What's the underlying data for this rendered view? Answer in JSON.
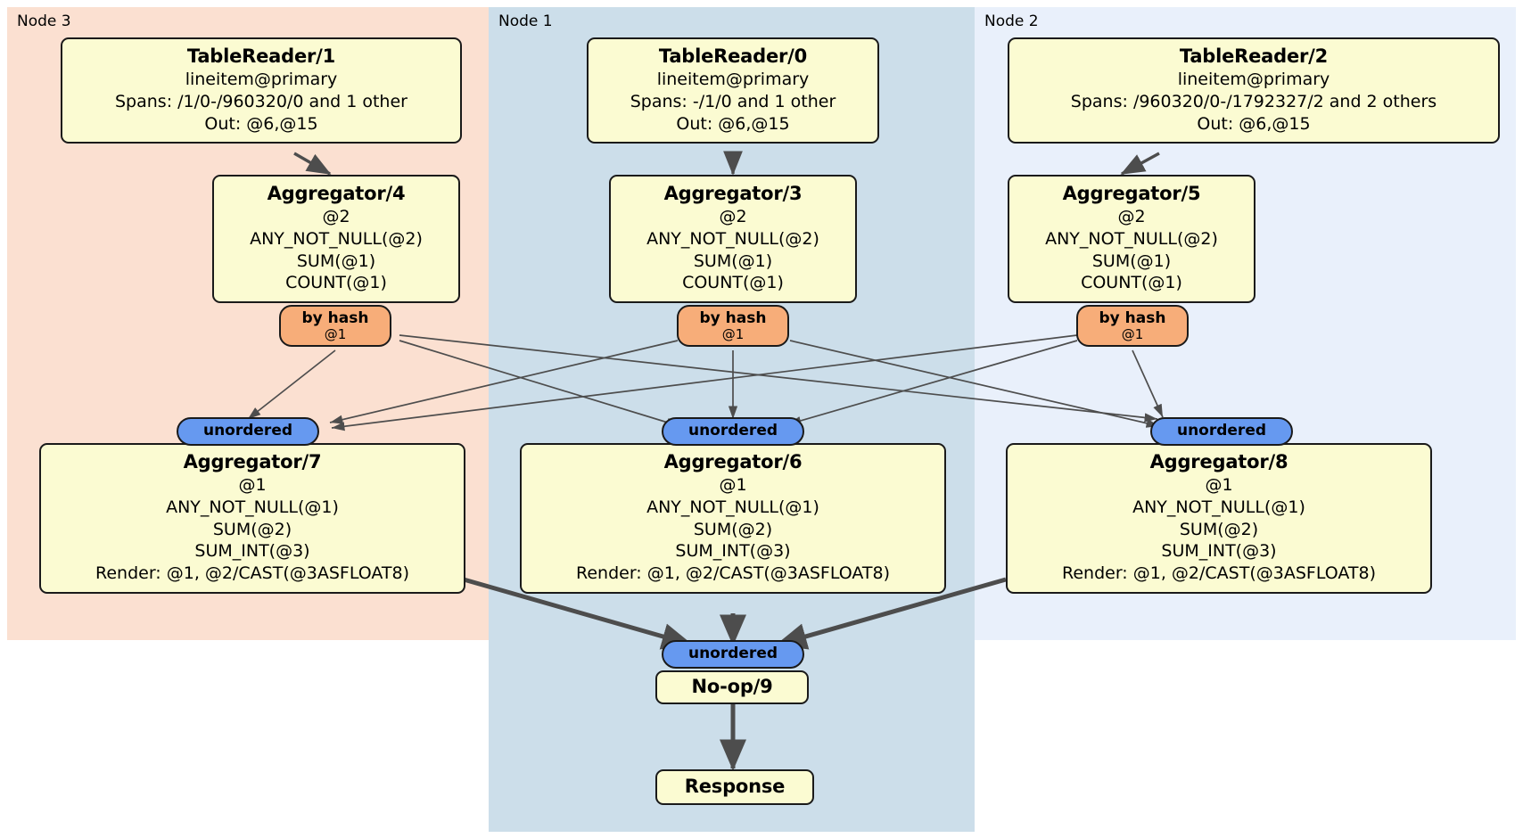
{
  "diagram": {
    "type": "distributed-query-plan",
    "regions": [
      {
        "id": "node3",
        "label": "Node 3",
        "color": "#fbe0d1"
      },
      {
        "id": "node1",
        "label": "Node 1",
        "color": "#ccdeea"
      },
      {
        "id": "node2",
        "label": "Node 2",
        "color": "#e9f0fb"
      }
    ],
    "processors": {
      "tablereader1": {
        "title": "TableReader/1",
        "line1": "lineitem@primary",
        "line2": "Spans: /1/0-/960320/0 and 1 other",
        "line3": "Out: @6,@15"
      },
      "tablereader0": {
        "title": "TableReader/0",
        "line1": "lineitem@primary",
        "line2": "Spans: -/1/0 and 1 other",
        "line3": "Out: @6,@15"
      },
      "tablereader2": {
        "title": "TableReader/2",
        "line1": "lineitem@primary",
        "line2": "Spans: /960320/0-/1792327/2 and 2 others",
        "line3": "Out: @6,@15"
      },
      "aggregator4": {
        "title": "Aggregator/4",
        "line1": "@2",
        "line2": "ANY_NOT_NULL(@2)",
        "line3": "SUM(@1)",
        "line4": "COUNT(@1)"
      },
      "aggregator3": {
        "title": "Aggregator/3",
        "line1": "@2",
        "line2": "ANY_NOT_NULL(@2)",
        "line3": "SUM(@1)",
        "line4": "COUNT(@1)"
      },
      "aggregator5": {
        "title": "Aggregator/5",
        "line1": "@2",
        "line2": "ANY_NOT_NULL(@2)",
        "line3": "SUM(@1)",
        "line4": "COUNT(@1)"
      },
      "aggregator7": {
        "title": "Aggregator/7",
        "line1": "@1",
        "line2": "ANY_NOT_NULL(@1)",
        "line3": "SUM(@2)",
        "line4": "SUM_INT(@3)",
        "line5": "Render: @1, @2/CAST(@3ASFLOAT8)"
      },
      "aggregator6": {
        "title": "Aggregator/6",
        "line1": "@1",
        "line2": "ANY_NOT_NULL(@1)",
        "line3": "SUM(@2)",
        "line4": "SUM_INT(@3)",
        "line5": "Render: @1, @2/CAST(@3ASFLOAT8)"
      },
      "aggregator8": {
        "title": "Aggregator/8",
        "line1": "@1",
        "line2": "ANY_NOT_NULL(@1)",
        "line3": "SUM(@2)",
        "line4": "SUM_INT(@3)",
        "line5": "Render: @1, @2/CAST(@3ASFLOAT8)"
      },
      "noop9": {
        "title": "No-op/9"
      },
      "response": {
        "title": "Response"
      }
    },
    "routers": {
      "hash4": {
        "title": "by hash",
        "sub": "@1"
      },
      "hash3": {
        "title": "by hash",
        "sub": "@1"
      },
      "hash5": {
        "title": "by hash",
        "sub": "@1"
      }
    },
    "synchronizers": {
      "sync7": {
        "title": "unordered"
      },
      "sync6": {
        "title": "unordered"
      },
      "sync8": {
        "title": "unordered"
      },
      "sync9": {
        "title": "unordered"
      }
    },
    "colors": {
      "processor_fill": "#fbfbd2",
      "router_fill": "#f7ad79",
      "sync_fill": "#6699f0",
      "stroke": "#1a1a1a",
      "edge": "#4d4d4d"
    }
  }
}
